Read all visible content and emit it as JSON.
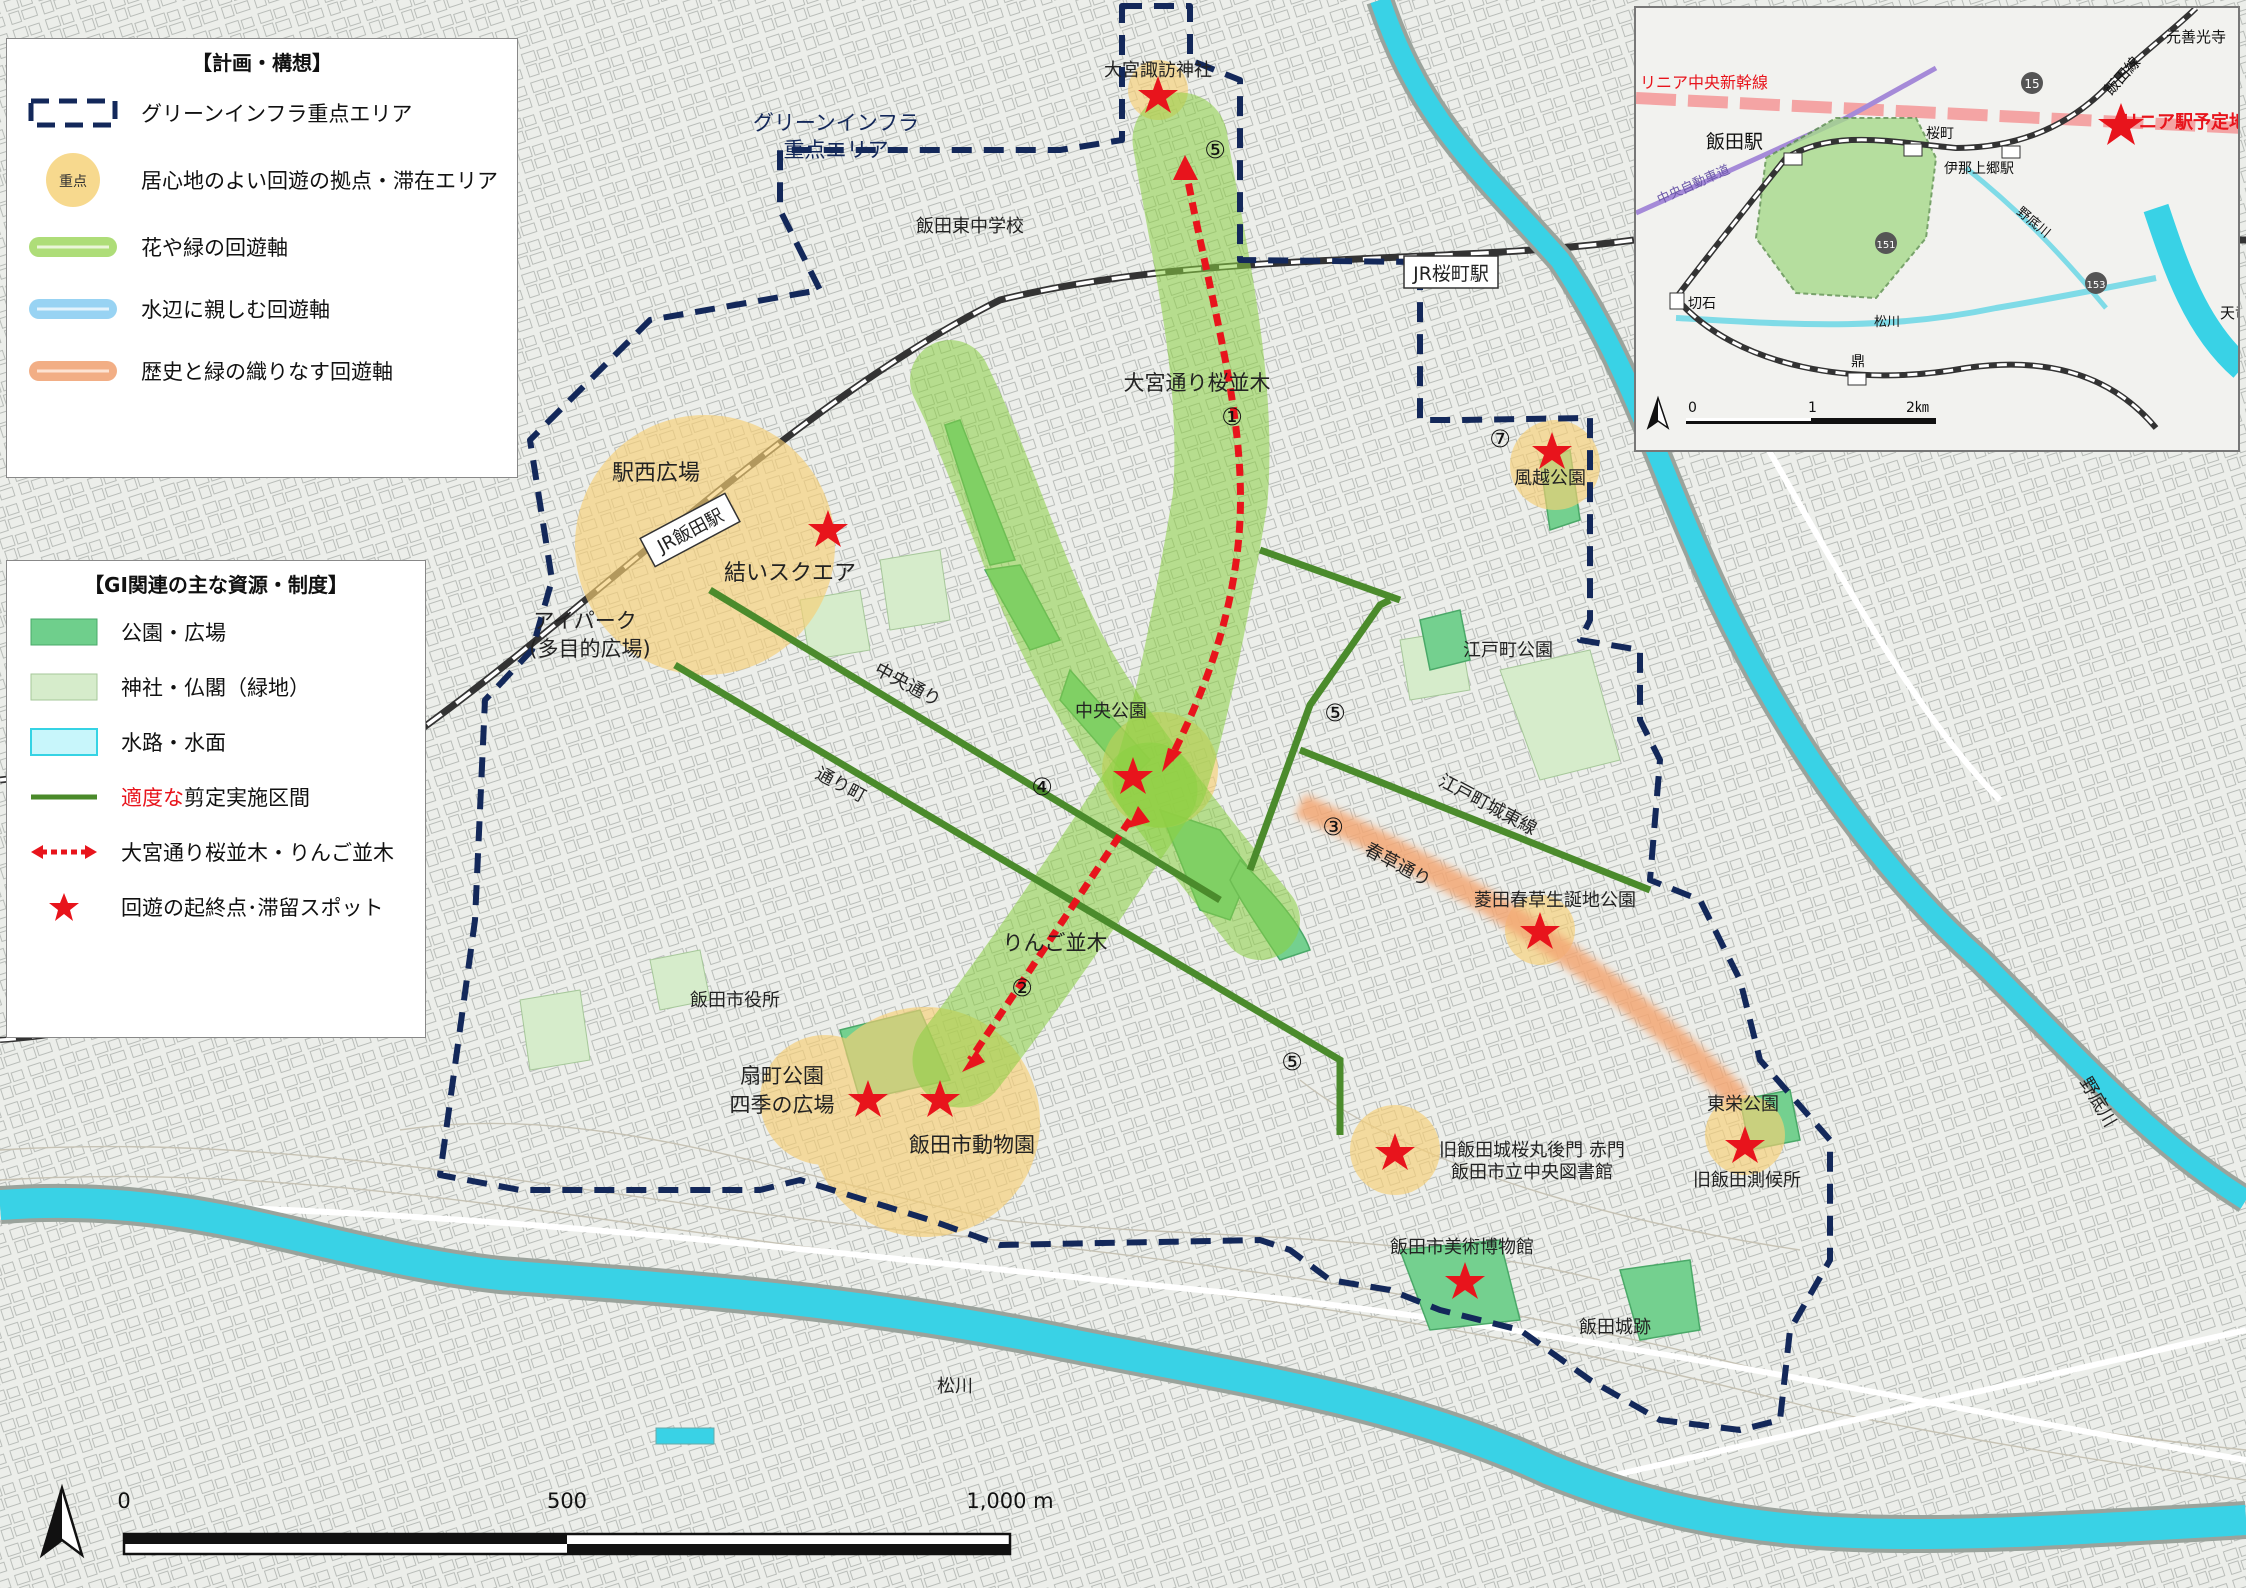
{
  "colors": {
    "dash_boundary": "#13285a",
    "stay_area": "#f6d27a",
    "green_axis": "#8ccf3f",
    "water_axis": "#7ec8f0",
    "history_axis": "#f0a070",
    "park": "#6fcf8c",
    "shrine": "#cfe8c4",
    "water": "#35d3e4",
    "prune": "#4a8a2a",
    "star": "#e8141c"
  },
  "legend_plan": {
    "title": "【計画・構想】",
    "items": [
      {
        "icon": "dashed-boundary-icon",
        "label": "グリーンインフラ重点エリア"
      },
      {
        "icon": "stay-area-icon",
        "badge": "重点",
        "label": "居心地のよい回遊の拠点・滞在エリア"
      },
      {
        "icon": "green-axis-icon",
        "label": "花や緑の回遊軸"
      },
      {
        "icon": "water-axis-icon",
        "label": "水辺に親しむ回遊軸"
      },
      {
        "icon": "history-axis-icon",
        "label": "歴史と緑の織りなす回遊軸"
      }
    ]
  },
  "legend_gi": {
    "title": "【GI関連の主な資源・制度】",
    "items": [
      {
        "icon": "park-icon",
        "label": "公園・広場"
      },
      {
        "icon": "shrine-icon",
        "label": "神社・仏閣（緑地）"
      },
      {
        "icon": "waterway-icon",
        "label": "水路・水面"
      },
      {
        "icon": "prune-line-icon",
        "label_red": "適度な",
        "label": "剪定実施区間"
      },
      {
        "icon": "dotted-arrow-icon",
        "label": "大宮通り桜並木・りんご並木"
      },
      {
        "icon": "star-icon",
        "label": "回遊の起終点･滞留スポット"
      }
    ]
  },
  "map_labels": {
    "omiya_suwa": "大宮諏訪神社",
    "gi_area_1": "グリーンインフラ",
    "gi_area_2": "重点エリア",
    "higashi_jhs": "飯田東中学校",
    "sakuramachi_sta": "JR桜町駅",
    "omiya_sakura": "大宮通り桜並木",
    "eki_nishi": "駅西広場",
    "iida_sta": "JR飯田駅",
    "yui_square": "結いスクエア",
    "aipark_1": "アイパーク",
    "aipark_2": "(多目的広場)",
    "kazakoshi": "風越公園",
    "edomachi_park": "江戸町公園",
    "chuo_dori": "中央通り",
    "chuo_park": "中央公園",
    "dori_machi": "通り町",
    "edomachi_jouto": "江戸町城東線",
    "harukusa_dori": "春草通り",
    "hishida": "菱田春草生誕地公園",
    "ringo": "りんご並木",
    "city_hall": "飯田市役所",
    "ogimachi_1": "扇町公園",
    "ogimachi_2": "四季の広場",
    "zoo": "飯田市動物園",
    "akamon_1": "旧飯田城桜丸後門  赤門",
    "akamon_2": "飯田市立中央図書館",
    "toei_park": "東栄公園",
    "sokkosho": "旧飯田測候所",
    "museum": "飯田市美術博物館",
    "castle": "飯田城跡",
    "matsukawa": "松川",
    "nogawa": "野底川"
  },
  "circled_numbers": {
    "n1": "①",
    "n2": "②",
    "n3": "③",
    "n4": "④",
    "n5a": "⑤",
    "n5b": "⑤",
    "n5c": "⑤",
    "n7": "⑦"
  },
  "scale": {
    "s0": "0",
    "s500": "500",
    "s1000": "1,000 m"
  },
  "inset": {
    "genzenkoji": "元善光寺",
    "linear_line": "リニア中央新幹線",
    "iida_line": "飯田線",
    "linear_station": "リニア駅予定地",
    "expressway": "中央自動車道",
    "iida_sta": "飯田駅",
    "sakuramachi": "桜町",
    "ina_kamisato": "伊那上郷駅",
    "nogawa": "野底川",
    "kiriishi": "切石",
    "matsukawa": "松川",
    "kanae": "鼎",
    "tenryu": "天竜川",
    "route_15": "15",
    "route_151": "151",
    "route_153": "153",
    "scale_0": "0",
    "scale_1": "1",
    "scale_2": "2㎞"
  }
}
